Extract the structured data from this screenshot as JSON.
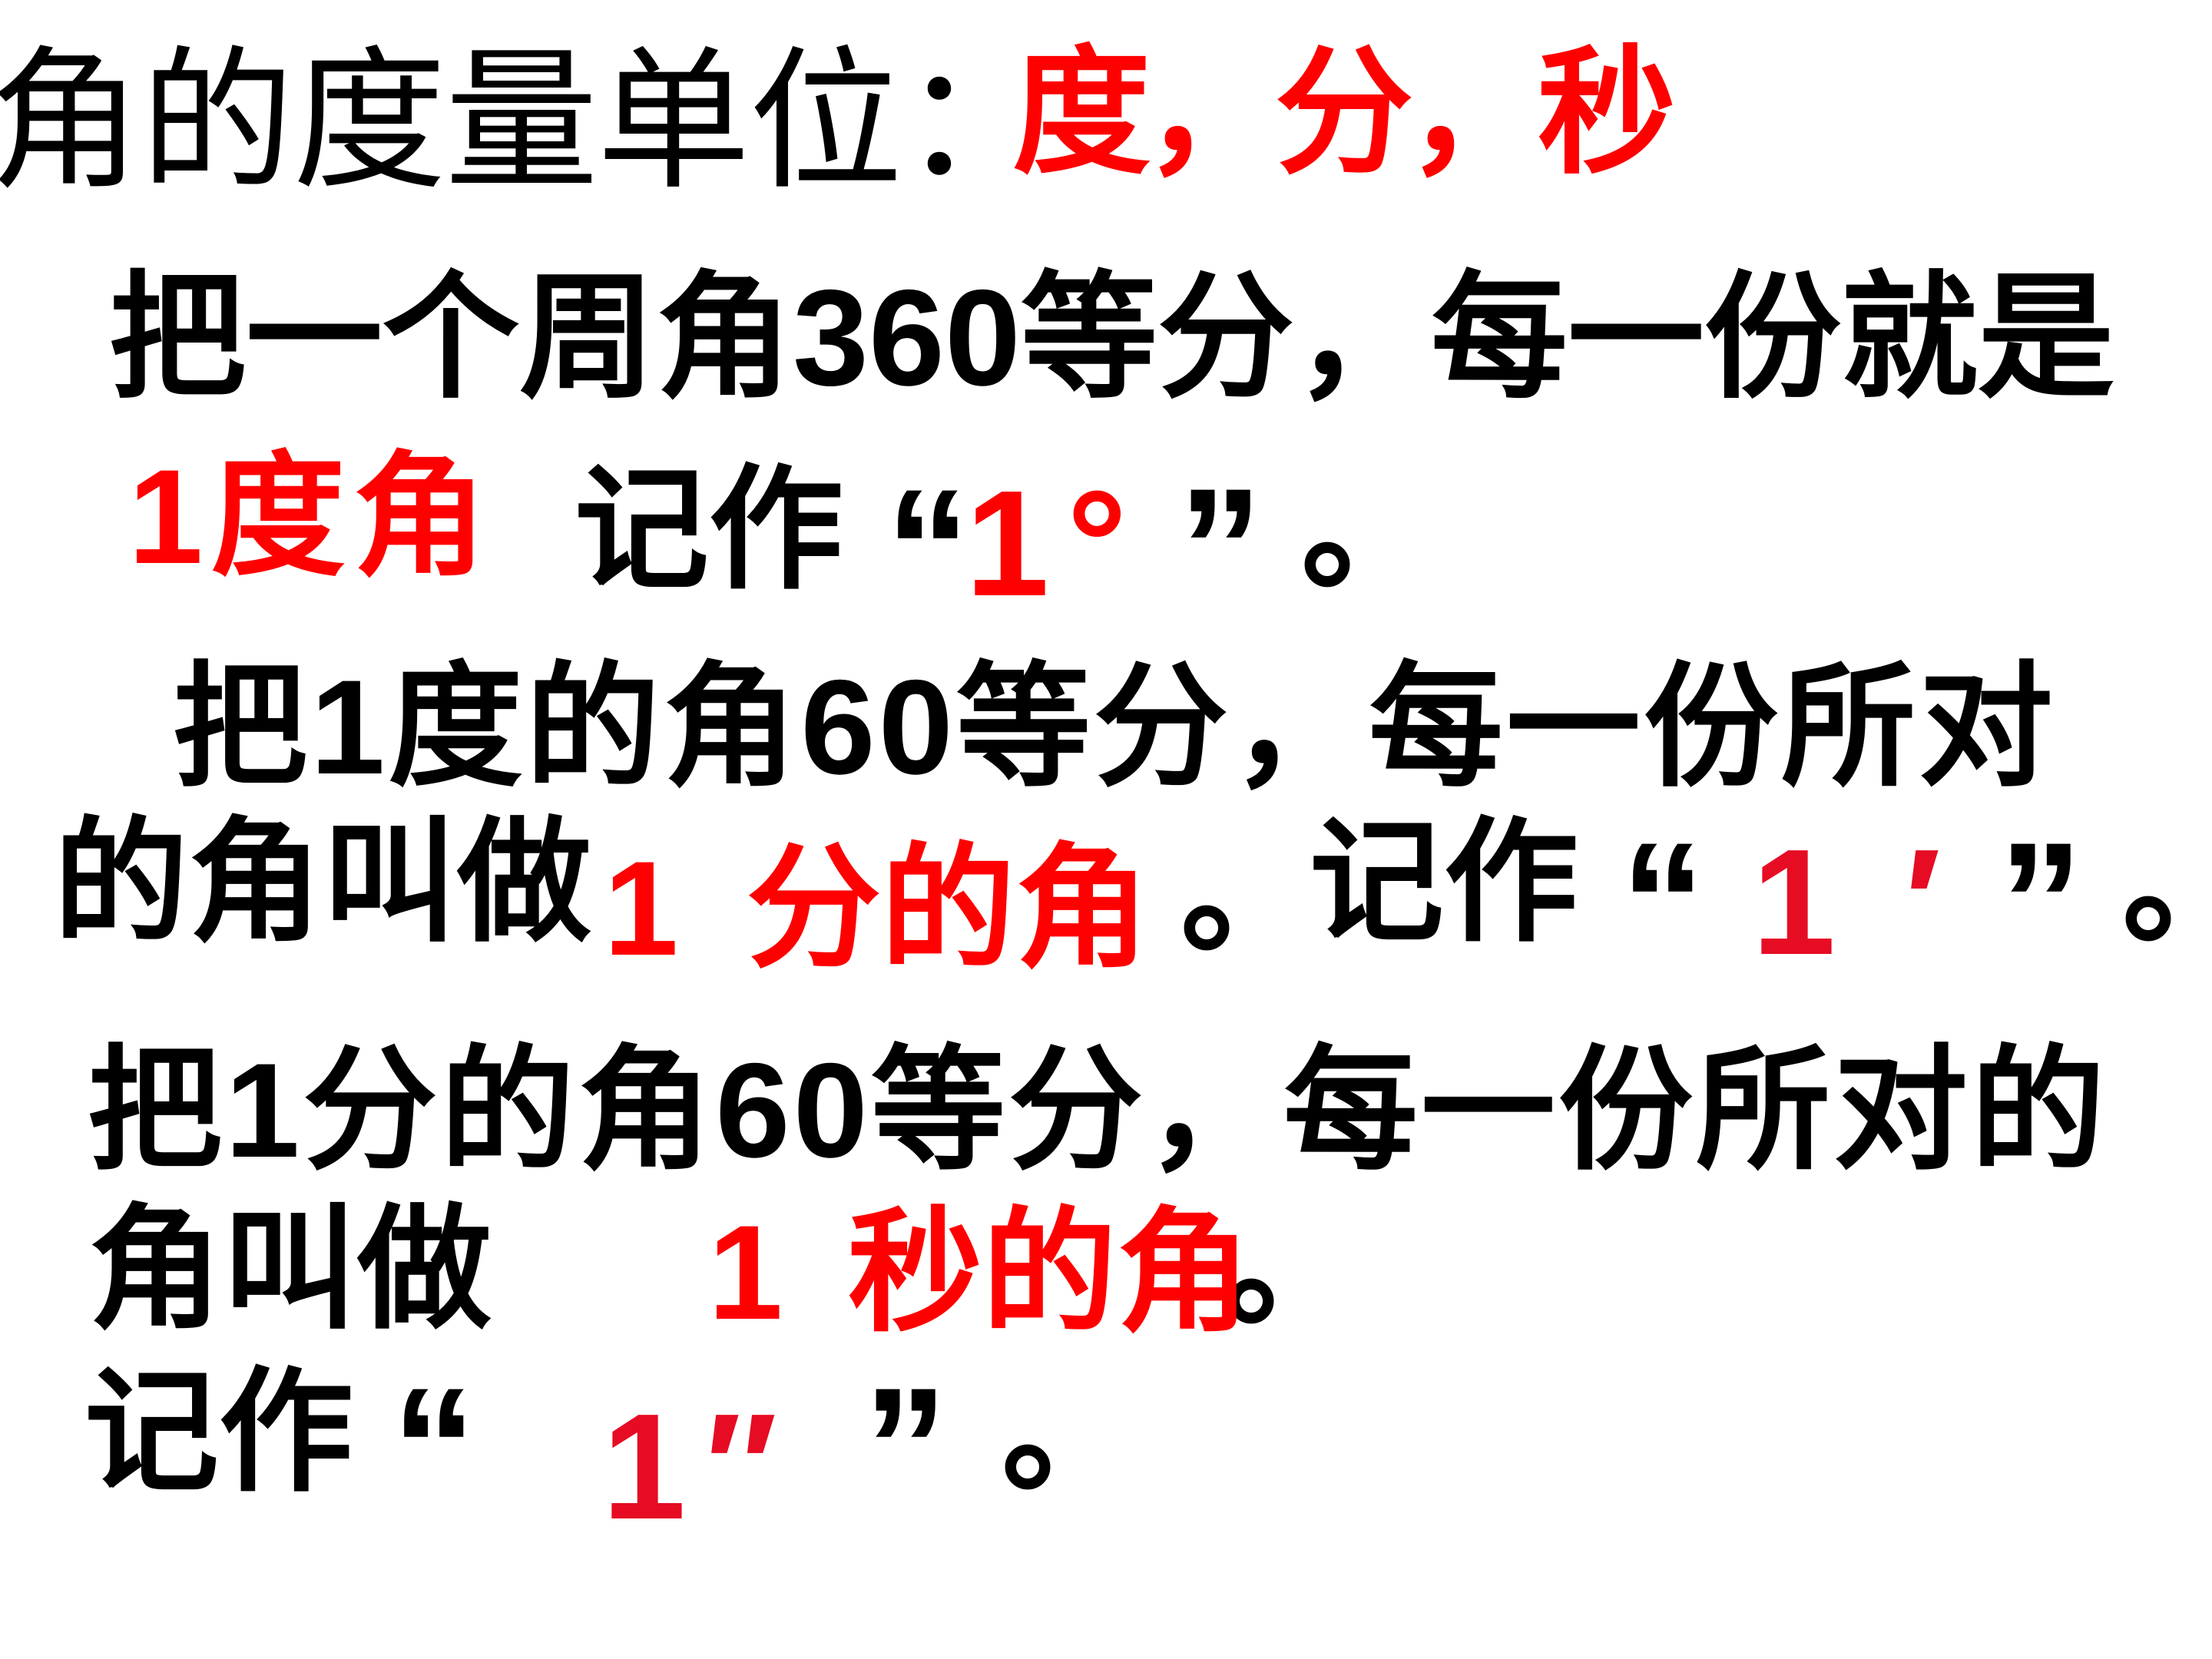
{
  "colors": {
    "background": "#FFFFFF",
    "text": "#000000",
    "highlight": "#FF0000",
    "symbol_alt": "#E60C24"
  },
  "title": {
    "prefix": "角的度量单位：",
    "units": "度，分，秒"
  },
  "degree": {
    "line1": "把一个周角360等分，每一份就是",
    "term": "1度角",
    "record_prefix": "记作",
    "open_quote": "“",
    "symbol": "1°",
    "close_quote": "”",
    "period": "。"
  },
  "minute": {
    "line1": "把1度的角60等分，每一份所对",
    "line2_prefix": "的角叫做",
    "term": "1 分的角",
    "period1": "。",
    "record_prefix": "记作",
    "open_quote": "“",
    "symbol": "1′",
    "close_quote": "”",
    "period2": "。"
  },
  "second": {
    "line1": "把1分的角60等分，每一份所对的",
    "line2_prefix": "角叫做",
    "term": "1 秒的角",
    "period1": "。",
    "record_prefix": "记作",
    "open_quote": "“",
    "symbol": "1″",
    "close_quote": "”",
    "period2": "。"
  }
}
